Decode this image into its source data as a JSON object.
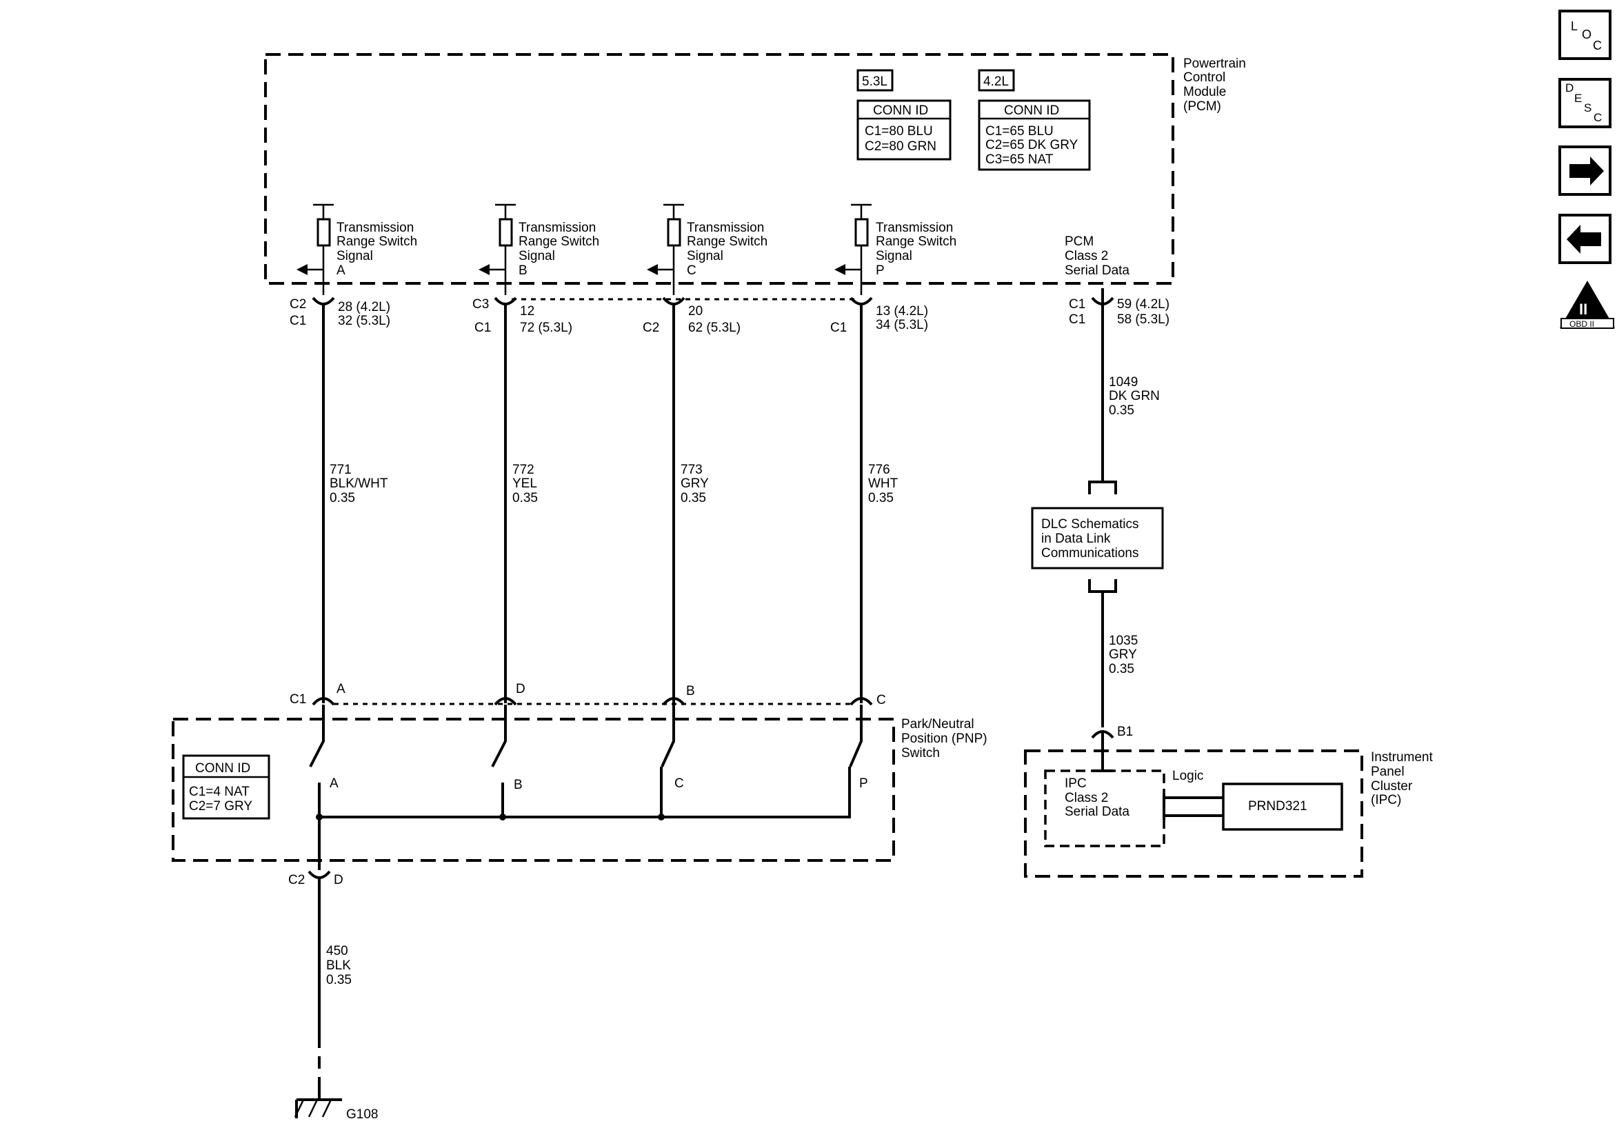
{
  "pcm": {
    "title": [
      "Powertrain",
      "Control",
      "Module",
      "(PCM)"
    ],
    "conn_53": {
      "engine": "5.3L",
      "header": "CONN ID",
      "lines": [
        "C1=80 BLU",
        "C2=80 GRN"
      ]
    },
    "conn_42": {
      "engine": "4.2L",
      "header": "CONN ID",
      "lines": [
        "C1=65 BLU",
        "C2=65 DK GRY",
        "C3=65 NAT"
      ]
    },
    "signal_label": [
      "Transmission",
      "Range Switch",
      "Signal"
    ],
    "signals": [
      "A",
      "B",
      "C",
      "P"
    ],
    "serial": [
      "PCM",
      "Class 2",
      "Serial Data"
    ]
  },
  "pcm_pins": [
    {
      "conn": [
        "C2",
        "C1"
      ],
      "pins": [
        "28 (4.2L)",
        "32 (5.3L)"
      ]
    },
    {
      "conn": [
        "C3",
        "C1"
      ],
      "pins": [
        "12",
        "72 (5.3L)"
      ]
    },
    {
      "conn": [
        "",
        "C2"
      ],
      "pins": [
        "20",
        "62 (5.3L)"
      ]
    },
    {
      "conn": [
        "",
        "C1"
      ],
      "pins": [
        "13 (4.2L)",
        "34 (5.3L)"
      ]
    },
    {
      "conn": [
        "C1",
        "C1"
      ],
      "pins": [
        "59 (4.2L)",
        "58 (5.3L)"
      ]
    }
  ],
  "wires": [
    [
      "771",
      "BLK/WHT",
      "0.35"
    ],
    [
      "772",
      "YEL",
      "0.35"
    ],
    [
      "773",
      "GRY",
      "0.35"
    ],
    [
      "776",
      "WHT",
      "0.35"
    ]
  ],
  "serial_wires": [
    [
      "1049",
      "DK GRN",
      "0.35"
    ],
    [
      "1035",
      "GRY",
      "0.35"
    ]
  ],
  "dlc": [
    "DLC Schematics",
    "in Data Link",
    "Communications"
  ],
  "pnp": {
    "title": [
      "Park/Neutral",
      "Position (PNP)",
      "Switch"
    ],
    "connector": "C1",
    "pins": [
      "A",
      "D",
      "B",
      "C"
    ],
    "contacts": [
      "A",
      "B",
      "C",
      "P"
    ],
    "conn_id": {
      "header": "CONN ID",
      "lines": [
        "C1=4 NAT",
        "C2=7 GRY"
      ]
    },
    "ground_conn": "C2",
    "ground_pin": "D"
  },
  "ground_wire": [
    "450",
    "BLK",
    "0.35"
  ],
  "ground": "G108",
  "ipc": {
    "title": [
      "Instrument",
      "Panel",
      "Cluster",
      "(IPC)"
    ],
    "pin": "B1",
    "logic": "Logic",
    "serial": [
      "IPC",
      "Class 2",
      "Serial Data"
    ],
    "display": "PRND321"
  },
  "nav": {
    "loc": [
      "L",
      "O",
      "C"
    ],
    "desc": [
      "D",
      "E",
      "S",
      "C"
    ],
    "obd": [
      "II",
      "OBD II"
    ]
  },
  "colors": {
    "ink": "#000000",
    "paper": "#ffffff"
  }
}
